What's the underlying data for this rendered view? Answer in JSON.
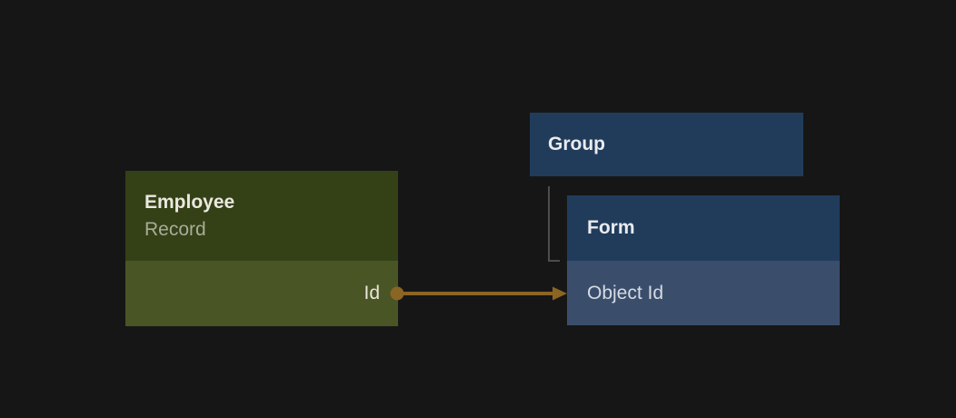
{
  "diagram": {
    "background": "#161616",
    "nodes": [
      {
        "id": "employee-record",
        "title": "Employee",
        "subtitle": "Record",
        "header_bg": "#344016",
        "row_bg": "#4a5526",
        "title_color": "#eae8e0",
        "subtitle_color": "#a7ad99",
        "fields": [
          {
            "label": "Id",
            "align": "right"
          }
        ]
      },
      {
        "id": "group",
        "title": "Group",
        "header_bg": "#213c5b",
        "title_color": "#e8ebee",
        "fields": []
      },
      {
        "id": "form",
        "title": "Form",
        "header_bg": "#213c5b",
        "row_bg": "#3a4e6c",
        "title_color": "#e8ebee",
        "fields": [
          {
            "label": "Object Id",
            "color": "#d7dbe1"
          }
        ]
      }
    ],
    "edges": [
      {
        "id": "relation-id-to-object-id",
        "from": "Employee Record.Id",
        "to": "Form.Object Id",
        "type": "arrow-with-source-dot",
        "color": "#8a6523"
      },
      {
        "id": "group-to-form-link",
        "from": "Group",
        "to": "Form",
        "type": "elbow",
        "color": "#4d4d4d"
      }
    ]
  }
}
